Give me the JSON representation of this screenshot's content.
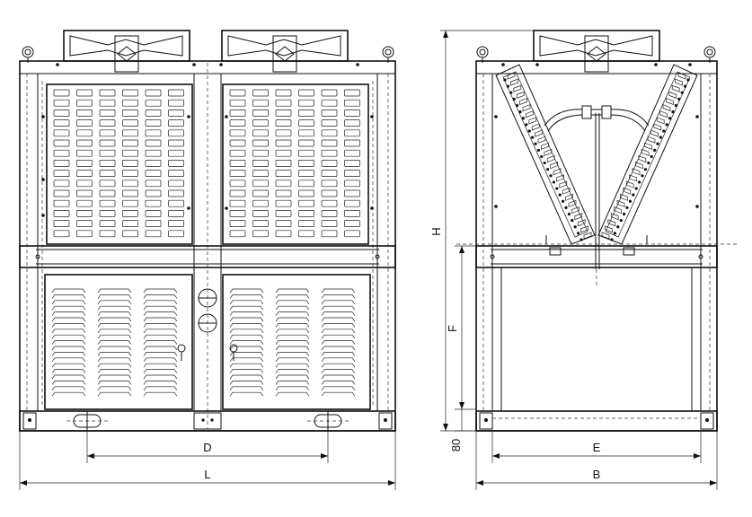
{
  "dimensions": {
    "L": "L",
    "D": "D",
    "H": "H",
    "F": "F",
    "E": "E",
    "B": "B",
    "base_height": "80"
  }
}
